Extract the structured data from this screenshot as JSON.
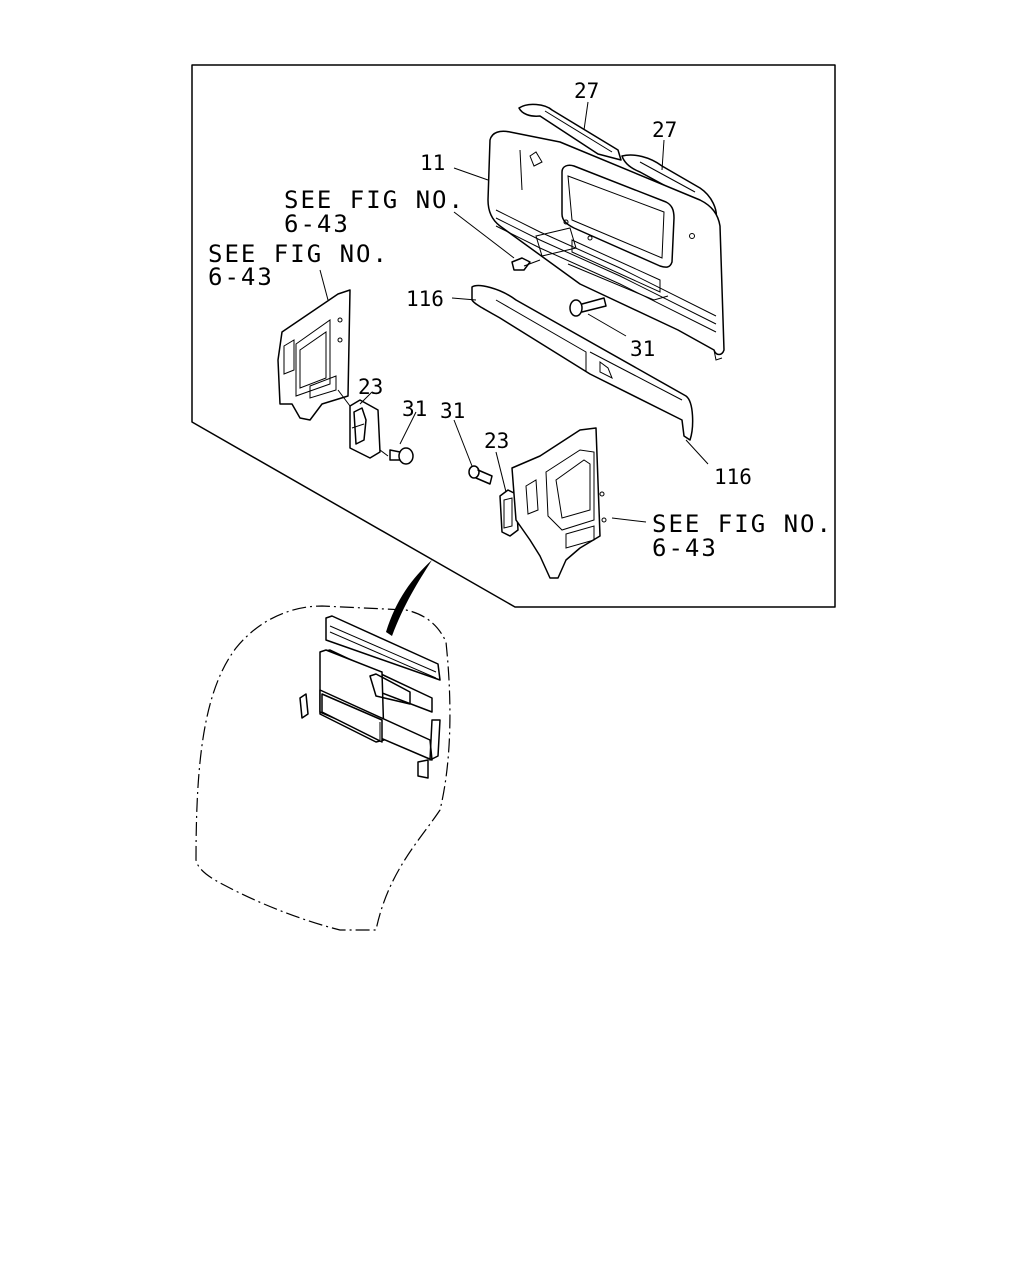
{
  "callouts": {
    "p27a": "27",
    "p27b": "27",
    "p11": "11",
    "p116a": "116",
    "p116b": "116",
    "p31a": "31",
    "p31b": "31",
    "p31c": "31",
    "p23a": "23",
    "p23b": "23"
  },
  "refs": {
    "ref1": {
      "line1": "SEE FIG NO.",
      "line2": "6-43"
    },
    "ref2": {
      "line1": "SEE FIG NO.",
      "line2": "6-43"
    },
    "ref3": {
      "line1": "SEE FIG NO.",
      "line2": "6-43"
    }
  }
}
